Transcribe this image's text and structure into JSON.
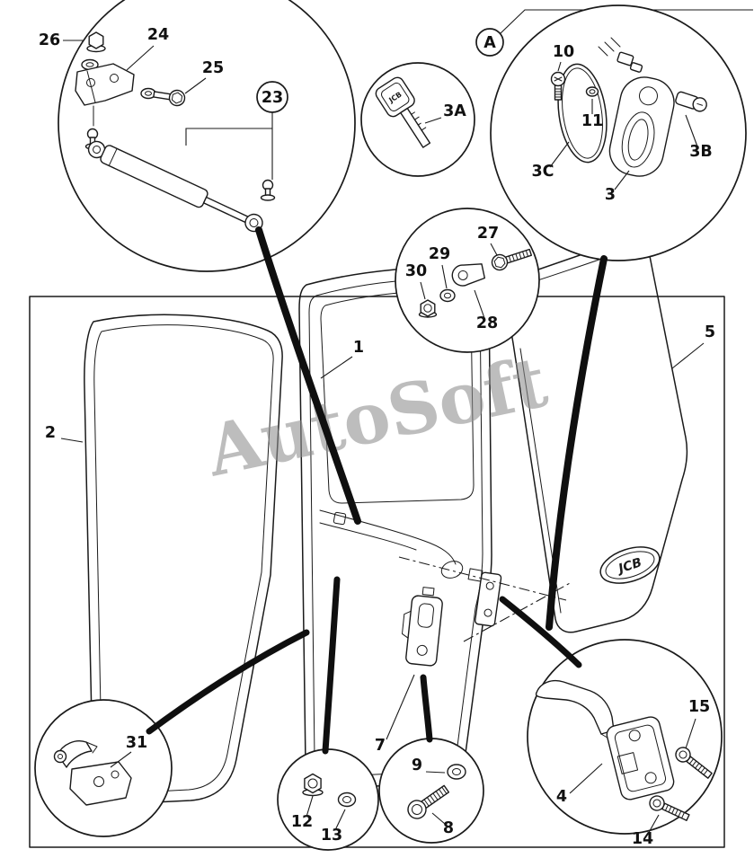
{
  "figure": {
    "watermark": "AutoSoft",
    "detail_view_label": "A",
    "glass_badge": "JCB",
    "key_badge": "JCB"
  },
  "callouts": {
    "c1": "1",
    "c2": "2",
    "c3": "3",
    "c3a": "3A",
    "c3b": "3B",
    "c3c": "3C",
    "c4": "4",
    "c5": "5",
    "c7": "7",
    "c8": "8",
    "c9": "9",
    "c10": "10",
    "c11": "11",
    "c12": "12",
    "c13": "13",
    "c14": "14",
    "c15": "15",
    "c23": "23",
    "c24": "24",
    "c25": "25",
    "c26": "26",
    "c27": "27",
    "c28": "28",
    "c29": "29",
    "c30": "30",
    "c31": "31"
  },
  "colors": {
    "line": "#1a1a1a",
    "background": "#ffffff",
    "watermark": "#8f8f8f"
  }
}
